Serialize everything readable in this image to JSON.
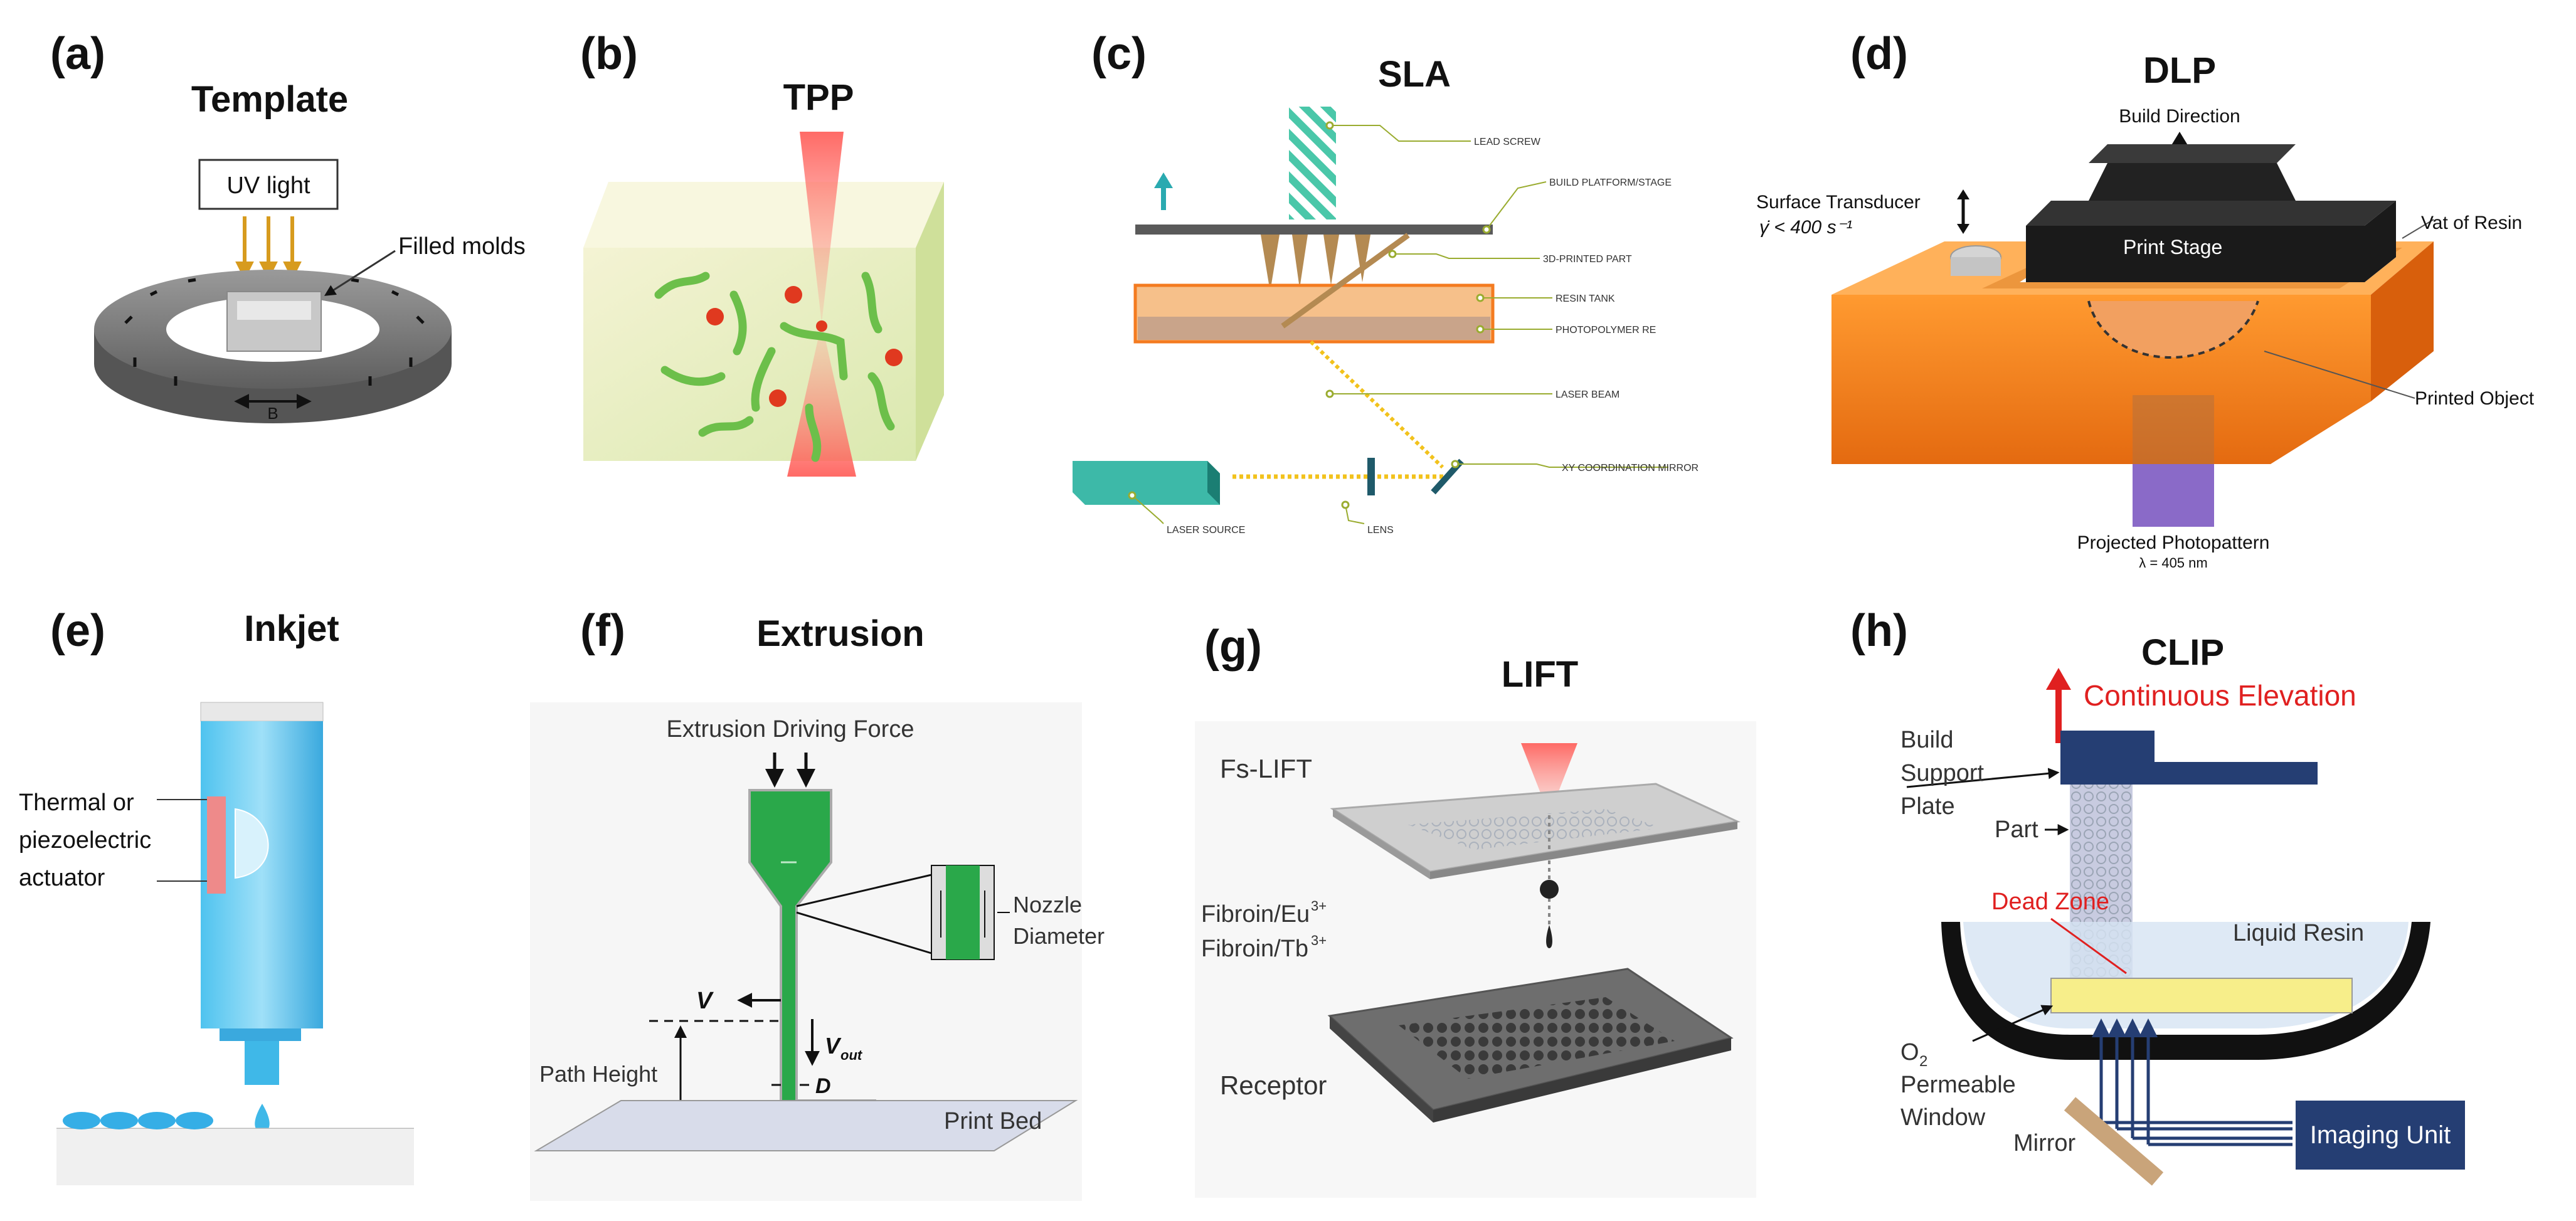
{
  "panels": {
    "a": {
      "letter": "(a)",
      "title": "Template",
      "uv_label": "UV light",
      "filled_molds": "Filled molds",
      "b_field": "B"
    },
    "b": {
      "letter": "(b)",
      "title": "TPP"
    },
    "c": {
      "letter": "(c)",
      "title": "SLA",
      "labels": [
        "LEAD SCREW",
        "BUILD PLATFORM/STAGE",
        "3D-PRINTED PART",
        "RESIN TANK",
        "PHOTOPOLYMER RE",
        "LASER BEAM",
        "XY COORDINATION MIRROR",
        "LASER SOURCE",
        "LENS"
      ]
    },
    "d": {
      "letter": "(d)",
      "title": "DLP",
      "build_direction": "Build Direction",
      "surface_transducer": "Surface Transducer",
      "shear_rate": "γ̇ < 400 s⁻¹",
      "vat": "Vat of Resin",
      "print_stage": "Print Stage",
      "printed_object": "Printed Object",
      "projected": "Projected Photopattern",
      "wavelength": "λ = 405 nm"
    },
    "e": {
      "letter": "(e)",
      "title": "Inkjet",
      "actuator_lines": [
        "Thermal or",
        "piezoelectric",
        "actuator"
      ]
    },
    "f": {
      "letter": "(f)",
      "title": "Extrusion",
      "driving_force": "Extrusion Driving Force",
      "nozzle_lines": [
        "Nozzle",
        "Diameter"
      ],
      "v": "V",
      "vout": "V",
      "vout_sub": "out",
      "d": "D",
      "path_height": "Path Height",
      "print_bed": "Print Bed"
    },
    "g": {
      "letter": "(g)",
      "title": "LIFT",
      "fs_lift": "Fs-LIFT",
      "fibroin_eu": "Fibroin/Eu",
      "fibroin_tb": "Fibroin/Tb",
      "charge": "3+",
      "receptor": "Receptor"
    },
    "h": {
      "letter": "(h)",
      "title": "CLIP",
      "continuous": "Continuous Elevation",
      "build_lines": [
        "Build",
        "Support",
        "Plate"
      ],
      "part": "Part",
      "dead_zone": "Dead Zone",
      "liquid_resin": "Liquid Resin",
      "window_lines": [
        "O",
        "Permeable",
        "Window"
      ],
      "o2_sub": "2",
      "mirror": "Mirror",
      "imaging": "Imaging Unit"
    }
  },
  "colors": {
    "uv": "#d79b1e",
    "laser_red": "#e8403a",
    "teal": "#3fc0a8",
    "orange": "#f47b20",
    "ink_blue": "#3fb8e8",
    "extrude_green": "#2aa84a",
    "clip_navy": "#253e73",
    "clip_red": "#e02020",
    "dlp_purple": "#8060c0"
  }
}
